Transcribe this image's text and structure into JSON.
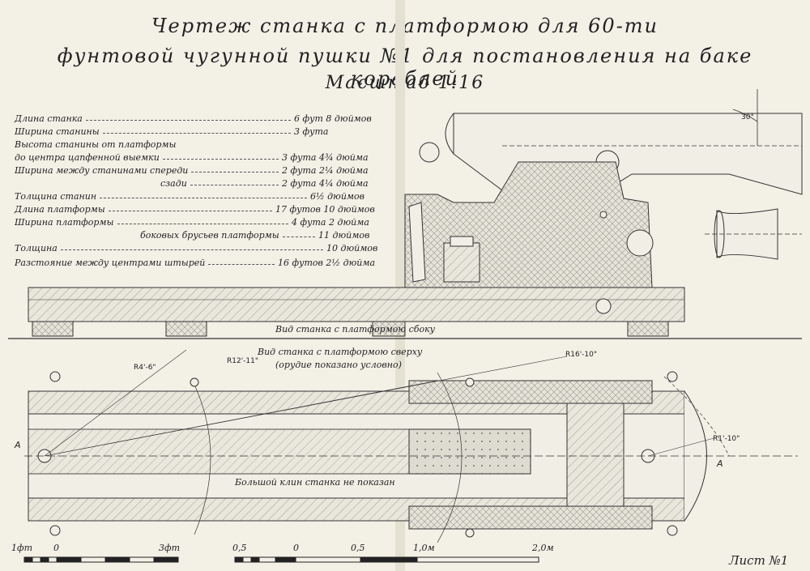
{
  "title": {
    "line1": "Чертеж станка с платформою для 60-ти",
    "line2": "фунтовой чугунной пушки №1 для постановления на баке кораблей",
    "line3": "Масштаб 1:16"
  },
  "specs": [
    {
      "label": "Длина станка",
      "value": "6 фут 8 дюймов"
    },
    {
      "label": "Ширина станины",
      "value": "3 фута"
    },
    {
      "label": "Высота станины от платформы",
      "value": ""
    },
    {
      "label": "до центра цапфенной выемки",
      "value": "3 фута 4¾ дюйма"
    },
    {
      "label": "Ширина между станинами спереди",
      "value": "2 фута 2¼ дюйма"
    },
    {
      "label": "сзади",
      "value": "2 фута 4¼ дюйма"
    },
    {
      "label": "Толщина станин",
      "value": "6½ дюймов"
    },
    {
      "label": "Длина платформы",
      "value": "17 футов 10 дюймов"
    },
    {
      "label": "Ширина платформы",
      "value": "4 фута 2 дюйма"
    },
    {
      "label": "боковых брусьев платформы",
      "value": "11 дюймов"
    },
    {
      "label": "Толщина",
      "value": "10 дюймов"
    },
    {
      "label": "Разстояние между центрами штырей",
      "value": "16 футов 2½ дюйма"
    }
  ],
  "views": {
    "side": "Вид станка с платформою сбоку",
    "top_line1": "Вид станка с платформою сверху",
    "top_line2": "(орудие показано условно)",
    "note": "Большой клин станка не показан"
  },
  "dimensions": {
    "angle": "30°",
    "r1": "R4'-6\"",
    "r2": "R12'-11\"",
    "r3": "R16'-10\"",
    "r4": "R1'-10\"",
    "axis_left": "А",
    "axis_right": "А"
  },
  "scale": {
    "labels": [
      "1фт",
      "0",
      "3фт",
      "0,5",
      "0",
      "0,5",
      "1,0м",
      "2,0м"
    ]
  },
  "sheet": "Лист №1"
}
